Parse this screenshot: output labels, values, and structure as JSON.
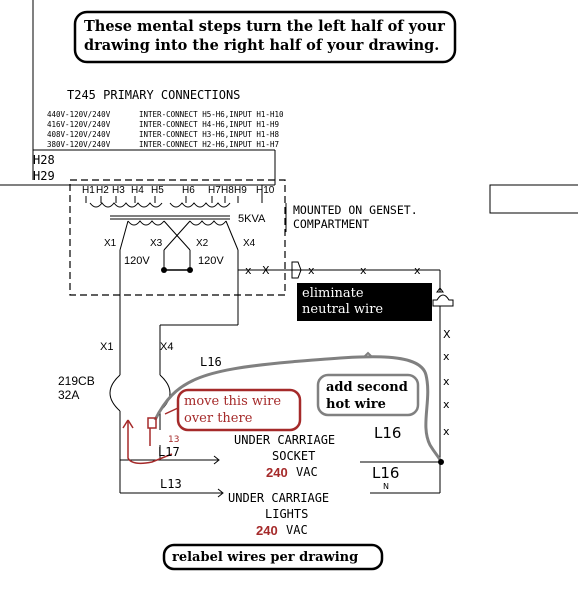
{
  "callouts": {
    "top": [
      "These mental steps turn the left half of your",
      "drawing into the right half of your drawing."
    ],
    "eliminate": [
      "eliminate",
      "neutral wire"
    ],
    "add_hot": [
      "add second",
      "hot wire"
    ],
    "move_wire": [
      "move this wire",
      "over there"
    ],
    "relabel": "relabel wires per drawing"
  },
  "table": {
    "title": "T245 PRIMARY CONNECTIONS",
    "rows": [
      {
        "voltage": "440V-120V/240V",
        "connect": "INTER-CONNECT H5-H6,INPUT H1-H10"
      },
      {
        "voltage": "416V-120V/240V",
        "connect": "INTER-CONNECT H4-H6,INPUT H1-H9"
      },
      {
        "voltage": "408V-120V/240V",
        "connect": "INTER-CONNECT H3-H6,INPUT H1-H8"
      },
      {
        "voltage": "380V-120V/240V",
        "connect": "INTER-CONNECT H2-H6,INPUT H1-H7"
      }
    ]
  },
  "leads": {
    "h28": "H28",
    "h29": "H29"
  },
  "transformer": {
    "terminals": [
      "H1",
      "H2",
      "H3",
      "H4",
      "H5",
      "H6",
      "H7",
      "H8",
      "H9",
      "H10"
    ],
    "rating": "5KVA",
    "secondary": [
      "X1",
      "X3",
      "X2",
      "X4"
    ],
    "v_left": "120V",
    "v_right": "120V",
    "mounted": [
      "MOUNTED ON GENSET.",
      "COMPARTMENT"
    ]
  },
  "breaker": {
    "x1": "X1",
    "x4": "X4",
    "name": "219CB",
    "rating": "32A"
  },
  "wire_labels": {
    "l16": "L16",
    "l13": "L13",
    "l17": "L17",
    "hand_l16_a": "L16",
    "hand_l16_b": "L16",
    "hand_n": "N",
    "hand_13": "13"
  },
  "socket": {
    "line1": "UNDER CARRIAGE",
    "line2": "SOCKET",
    "volts": "240",
    "unit": "VAC"
  },
  "lights": {
    "line1": "UNDER CARRIAGE",
    "line2": "LIGHTS",
    "volts": "240",
    "unit": "VAC"
  },
  "colors": {
    "red": "#a52a2a",
    "gray": "#808080",
    "black": "#000000"
  }
}
